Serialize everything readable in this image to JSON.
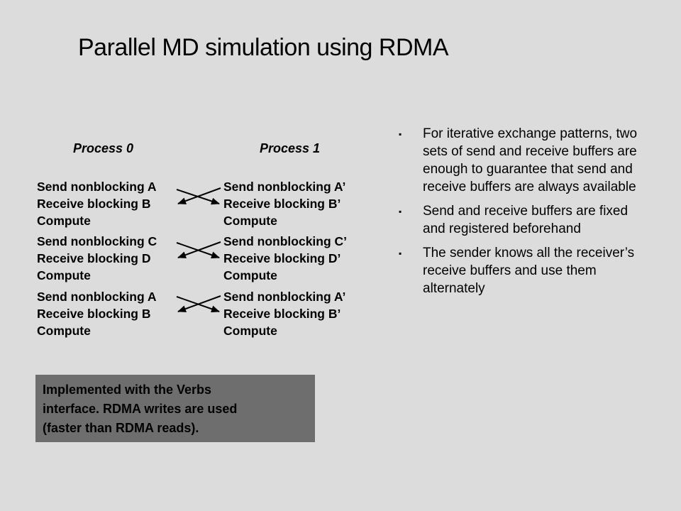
{
  "title": "Parallel MD simulation using RDMA",
  "diagram": {
    "process0_label": "Process 0",
    "process1_label": "Process 1",
    "rows": [
      {
        "left": [
          "Send nonblocking A",
          "Receive blocking B",
          "Compute"
        ],
        "right": [
          "Send nonblocking A’",
          "Receive blocking B’",
          "Compute"
        ]
      },
      {
        "left": [
          "Send nonblocking C",
          "Receive blocking D",
          "Compute"
        ],
        "right": [
          "Send nonblocking C’",
          "Receive blocking D’",
          "Compute"
        ]
      },
      {
        "left": [
          "Send nonblocking A",
          "Receive blocking B",
          "Compute"
        ],
        "right": [
          "Send nonblocking A’",
          "Receive blocking B’",
          "Compute"
        ]
      }
    ]
  },
  "bullets": [
    "For iterative exchange patterns, two sets of send and receive buffers are enough to guarantee that send and receive buffers are always available",
    "Send and receive buffers are fixed and registered beforehand",
    "The sender knows all the receiver’s receive buffers and use them alternately"
  ],
  "note": {
    "lines": [
      "Implemented with the Verbs",
      "interface.  RDMA writes are used",
      "(faster than RDMA reads)."
    ]
  },
  "colors": {
    "background": "#dcdcdc",
    "note_background": "#6e6e6e"
  }
}
